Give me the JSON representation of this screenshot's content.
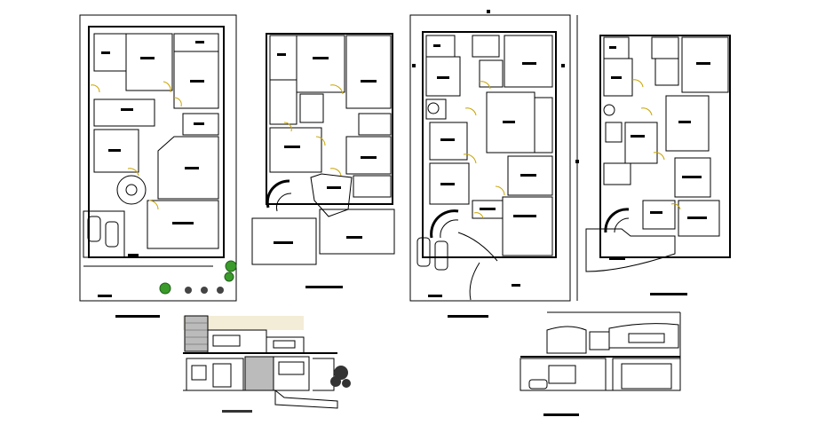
{
  "drawing": {
    "sheet": "architecture-cad-house-plans",
    "panels": [
      {
        "kind": "floor-plan",
        "caption": ""
      },
      {
        "kind": "floor-plan",
        "caption": ""
      },
      {
        "kind": "floor-plan",
        "caption": ""
      },
      {
        "kind": "floor-plan",
        "caption": ""
      },
      {
        "kind": "elevation",
        "caption": ""
      },
      {
        "kind": "elevation",
        "caption": ""
      }
    ],
    "colors": {
      "line": "#000000",
      "door": "#c8a400",
      "tree": "#3a9a2a",
      "background": "#ffffff"
    }
  }
}
